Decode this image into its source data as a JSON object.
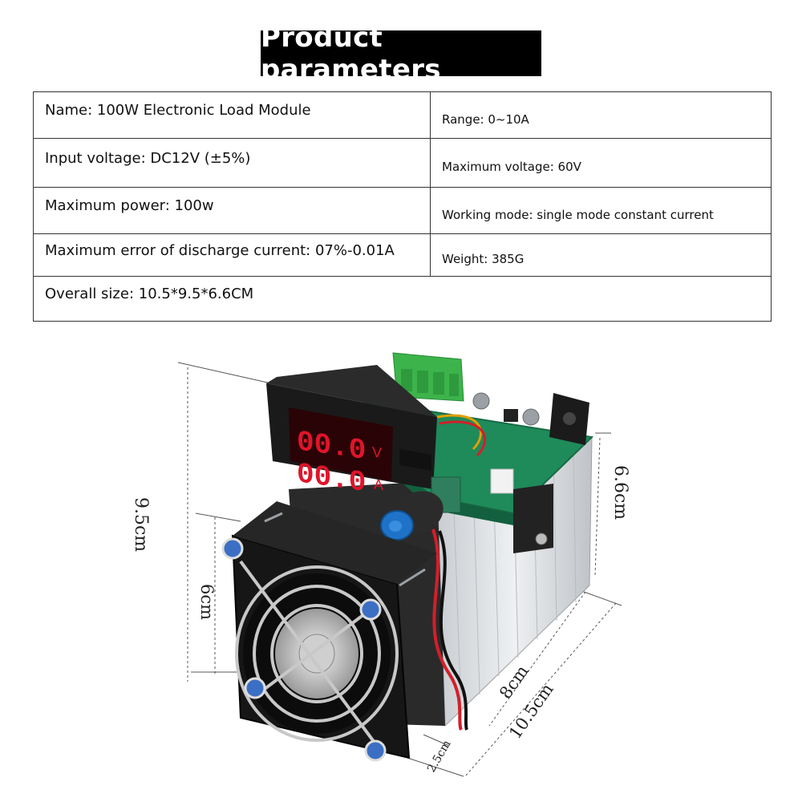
{
  "title": "Product parameters",
  "specs": {
    "name": "Name: 100W Electronic Load Module",
    "range": "Range: 0~10A",
    "input_voltage": "Input voltage: DC12V (±5%)",
    "max_voltage": "Maximum voltage: 60V",
    "max_power": "Maximum power: 100w",
    "working_mode": "Working mode: single mode constant current",
    "max_error": "Maximum error of discharge current: 07%-0.01A",
    "weight": "Weight: 385G",
    "overall_size": "Overall size: 10.5*9.5*6.6CM"
  },
  "dimensions": {
    "height_total": "9.5cm",
    "fan_height": "6cm",
    "body_height": "6.6cm",
    "heatsink_length": "8cm",
    "total_length": "10.5cm",
    "fan_depth": "2.5cm"
  },
  "meter": {
    "voltage_reading": "00.0",
    "current_reading": "00.0",
    "voltage_unit": "V",
    "current_unit": "A"
  },
  "colors": {
    "pcb": "#1f8a5a",
    "heatsink": "#d9dcdf",
    "fan": "#161616",
    "display_digits": "#e0142a",
    "terminal_block": "#3cb44b",
    "knob_cap": "#1e73c8"
  }
}
